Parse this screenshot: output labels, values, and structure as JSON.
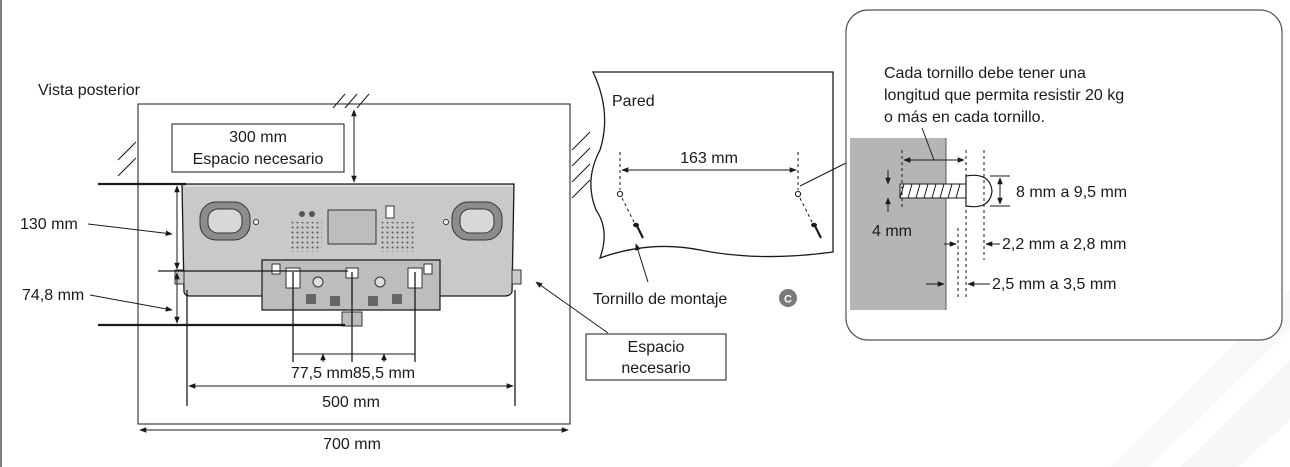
{
  "rear_view": {
    "title": "Vista posterior",
    "top_space_value": "300 mm",
    "top_space_label": "Espacio necesario",
    "height_upper": "130 mm",
    "height_lower": "74,8 mm",
    "hole_left_spacing": "77,5 mm",
    "hole_right_spacing": "85,5 mm",
    "width_unit": "500 mm",
    "width_space": "700 mm",
    "side_space_line1": "Espacio",
    "side_space_line2": "necesario"
  },
  "wall_view": {
    "title": "Pared",
    "screw_spacing": "163 mm",
    "screw_label": "Tornillo de montaje",
    "screw_badge": "C"
  },
  "screw_detail": {
    "note_line1": "Cada tornillo debe tener una",
    "note_line2": "longitud que permita resistir 20 kg",
    "note_line3": "o más en cada tornillo.",
    "head_diameter": "8 mm a 9,5 mm",
    "shaft_diameter": "4 mm",
    "head_gap": "2,2 mm a 2,8 mm",
    "protrusion": "2,5 mm a 3,5 mm"
  },
  "colors": {
    "ink": "#1a1a1a",
    "wall_fill": "#b5b5b5",
    "unit_body": "#c9c9c9",
    "unit_dark": "#8c8c8c",
    "badge": "#7a7a7a",
    "panel_border": "#555555"
  }
}
